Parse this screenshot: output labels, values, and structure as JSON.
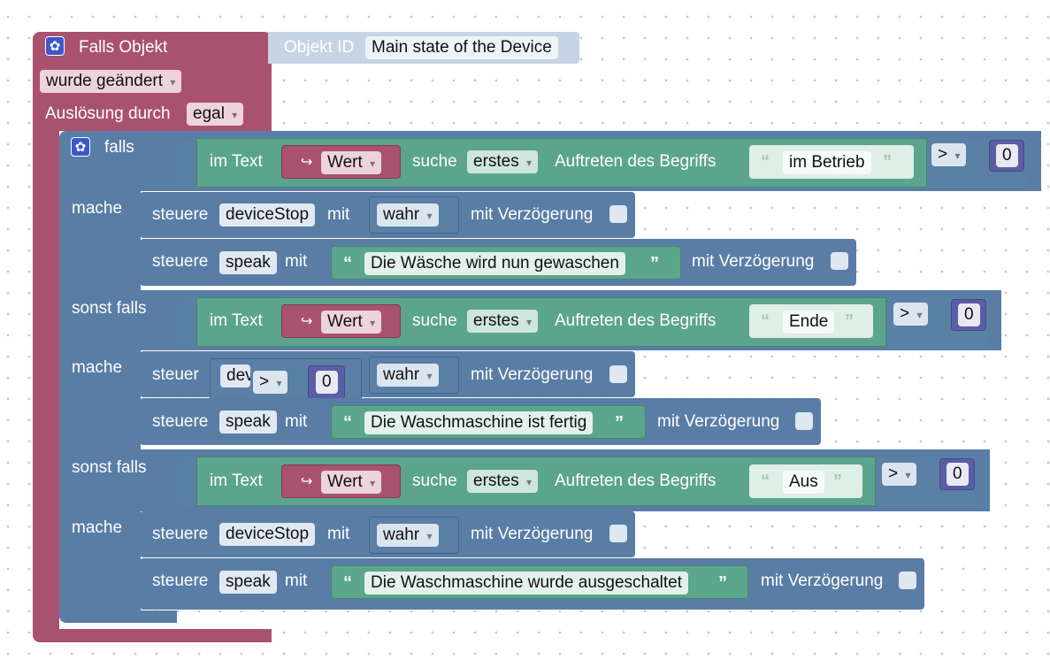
{
  "trigger": {
    "title": "Falls Objekt",
    "object_id_label": "Objekt ID",
    "object_id_value": "Main state of the Device",
    "condition": "wurde geändert",
    "triggered_by_label": "Auslösung durch",
    "triggered_by_value": "egal"
  },
  "ifblock": {
    "falls": "falls",
    "mache": "mache",
    "sonst_falls": "sonst falls"
  },
  "common": {
    "im_text": "im Text",
    "wert": "Wert",
    "suche": "suche",
    "erstes": "erstes",
    "auftreten": "Auftreten des Begriffs",
    "gt": ">",
    "zero": "0",
    "steuere": "steuere",
    "mit": "mit",
    "mit_verz": "mit Verzögerung",
    "wahr": "wahr",
    "device_stop": "deviceStop",
    "speak": "speak",
    "arrow": "↪",
    "quote_open": "“",
    "quote_close": "”"
  },
  "branches": [
    {
      "search_term": "im Betrieb",
      "speak_text": "Die Wäsche wird nun gewaschen"
    },
    {
      "search_term": "Ende",
      "speak_text": "Die Waschmaschine ist fertig"
    },
    {
      "search_term": "Aus",
      "speak_text": "Die Waschmaschine wurde ausgeschaltet"
    }
  ],
  "overlap": {
    "steuere_partial": "steuer",
    "device_partial": "dev"
  },
  "colors": {
    "event": "#a9526f",
    "control": "#5a7da6",
    "text": "#5ba58c",
    "logic": "#5b80a5",
    "math": "#5a5ea5",
    "disabled_block": "#c6d4e3"
  }
}
